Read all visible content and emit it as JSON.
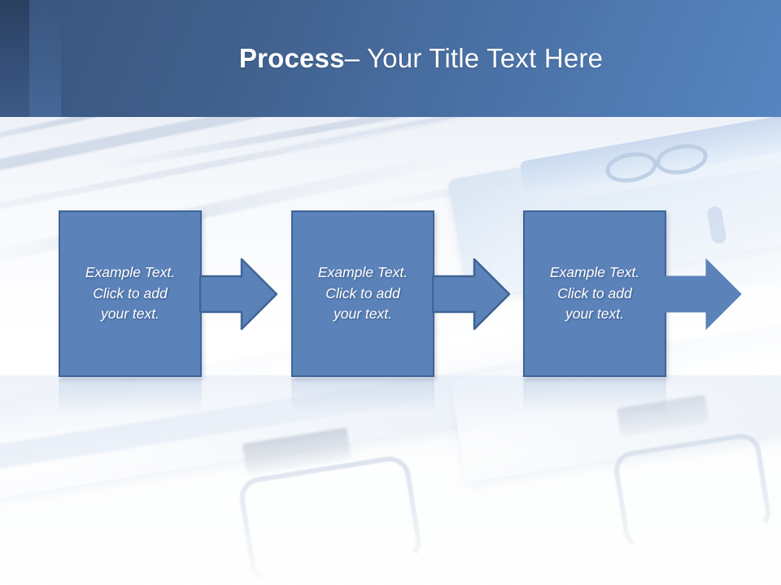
{
  "slide": {
    "header": {
      "title_strong": "Process",
      "title_rest": " – Your Title Text Here",
      "title_full": "Process – Your Title Text Here",
      "colors": {
        "band_dark": "#2b3f5f",
        "band_mid": "#3a5680",
        "gradient_start": "#39547c",
        "gradient_end": "#5685c0",
        "title_text": "#ffffff"
      }
    },
    "background": {
      "description": "photo-of-stacked-binders-and-paper",
      "base_color": "#fbfcfe"
    },
    "process": {
      "shape_fill": "#5b82b9",
      "shape_border": "#3f6495",
      "steps": [
        {
          "text": "Example Text.\nClick  to add\nyour text."
        },
        {
          "text": "Example Text.\nClick  to add\nyour text."
        },
        {
          "text": "Example Text.\nClick  to add\nyour text."
        }
      ],
      "arrows": [
        {
          "direction": "right"
        },
        {
          "direction": "right"
        },
        {
          "direction": "right"
        }
      ]
    }
  }
}
